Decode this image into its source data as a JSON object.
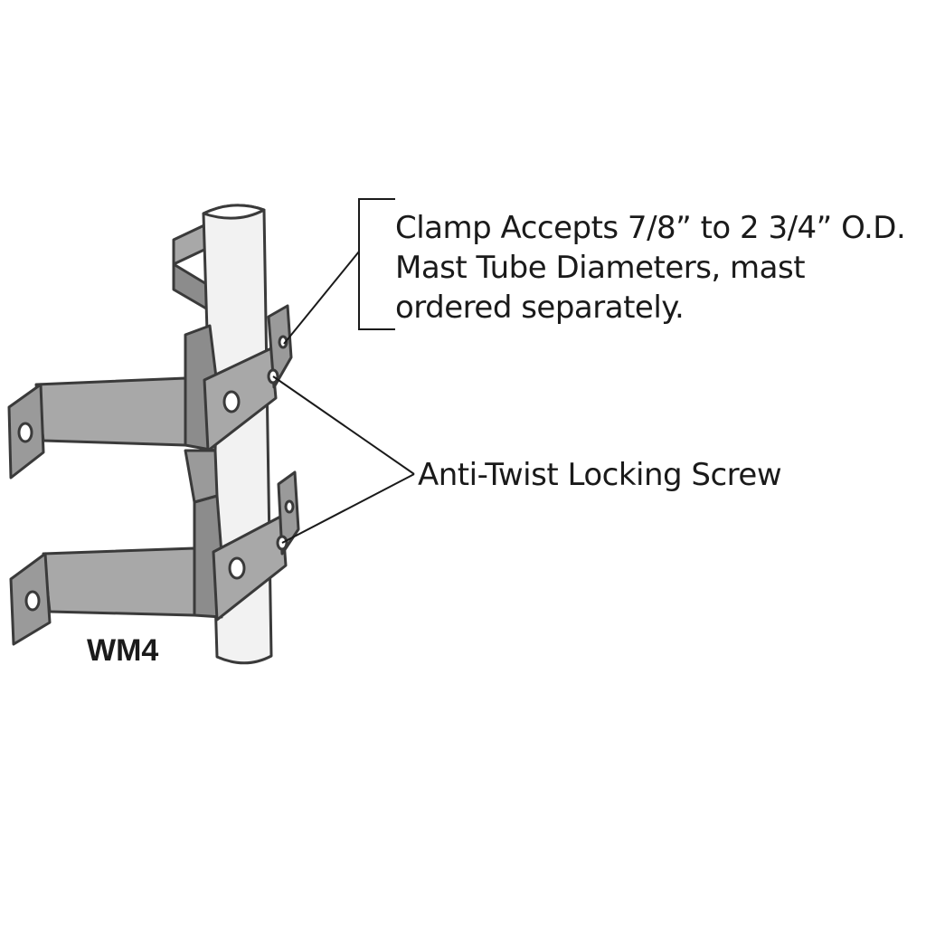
{
  "callout_clamp": {
    "lines": [
      "Clamp Accepts 7/8” to 2 3/4” O.D.",
      "Mast Tube Diameters, mast",
      "ordered separately."
    ]
  },
  "callout_screw": {
    "text": "Anti-Twist Locking Screw"
  },
  "model_label": "WM4",
  "colors": {
    "metal": "#a8a8a8",
    "metal_dark": "#8c8c8c",
    "outline": "#3a3a3a",
    "mast": "#f2f2f2",
    "text": "#1a1a1a"
  }
}
